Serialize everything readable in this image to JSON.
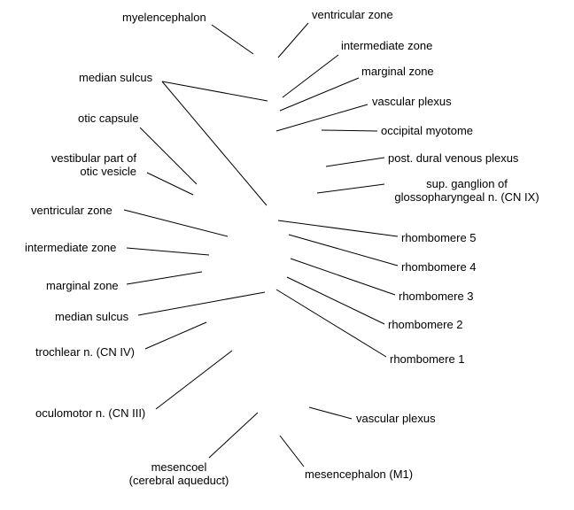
{
  "line_color": "#000000",
  "labels": {
    "myelencephalon": "myelencephalon",
    "ventricular_zone_top": "ventricular zone",
    "intermediate_zone_top": "intermediate zone",
    "marginal_zone_top": "marginal zone",
    "median_sulcus_top": "median sulcus",
    "vascular_plexus_top": "vascular plexus",
    "occipital_myotome": "occipital myotome",
    "otic_capsule": "otic capsule",
    "post_dural_venous_plexus": "post. dural venous plexus",
    "vestibular_line1": "vestibular part of",
    "vestibular_line2": "otic vesicle",
    "sup_ganglion_line1": "sup. ganglion of",
    "sup_ganglion_line2": "glossopharyngeal n. (CN IX)",
    "ventricular_zone_left": "ventricular zone",
    "rhombomere_5": "rhombomere 5",
    "intermediate_zone_left": "intermediate zone",
    "rhombomere_4": "rhombomere 4",
    "marginal_zone_left": "marginal zone",
    "rhombomere_3": "rhombomere 3",
    "median_sulcus_left": "median sulcus",
    "rhombomere_2": "rhombomere 2",
    "trochlear_n": "trochlear n. (CN IV)",
    "rhombomere_1": "rhombomere 1",
    "oculomotor_n": "oculomotor n. (CN III)",
    "vascular_plexus_bottom": "vascular plexus",
    "mesencoel_line1": "mesencoel",
    "mesencoel_line2": "(cerebral aqueduct)",
    "mesencephalon": "mesencephalon (M1)"
  }
}
